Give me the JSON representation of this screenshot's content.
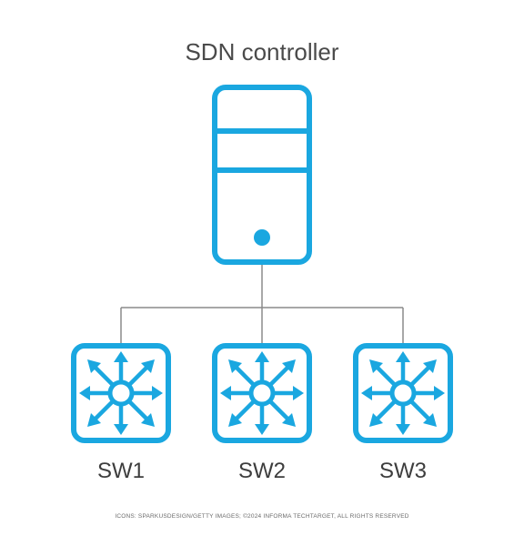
{
  "diagram": {
    "controller_label": "SDN controller",
    "switches": [
      {
        "label": "SW1"
      },
      {
        "label": "SW2"
      },
      {
        "label": "SW3"
      }
    ],
    "credit": "ICONS: SPARKUSDESIGN/GETTY IMAGES; ©2024 INFORMA TECHTARGET, ALL RIGHTS RESERVED",
    "colors": {
      "icon": "#1aa7e0",
      "line": "#8a8a8a",
      "text": "#4a4a4a"
    }
  }
}
